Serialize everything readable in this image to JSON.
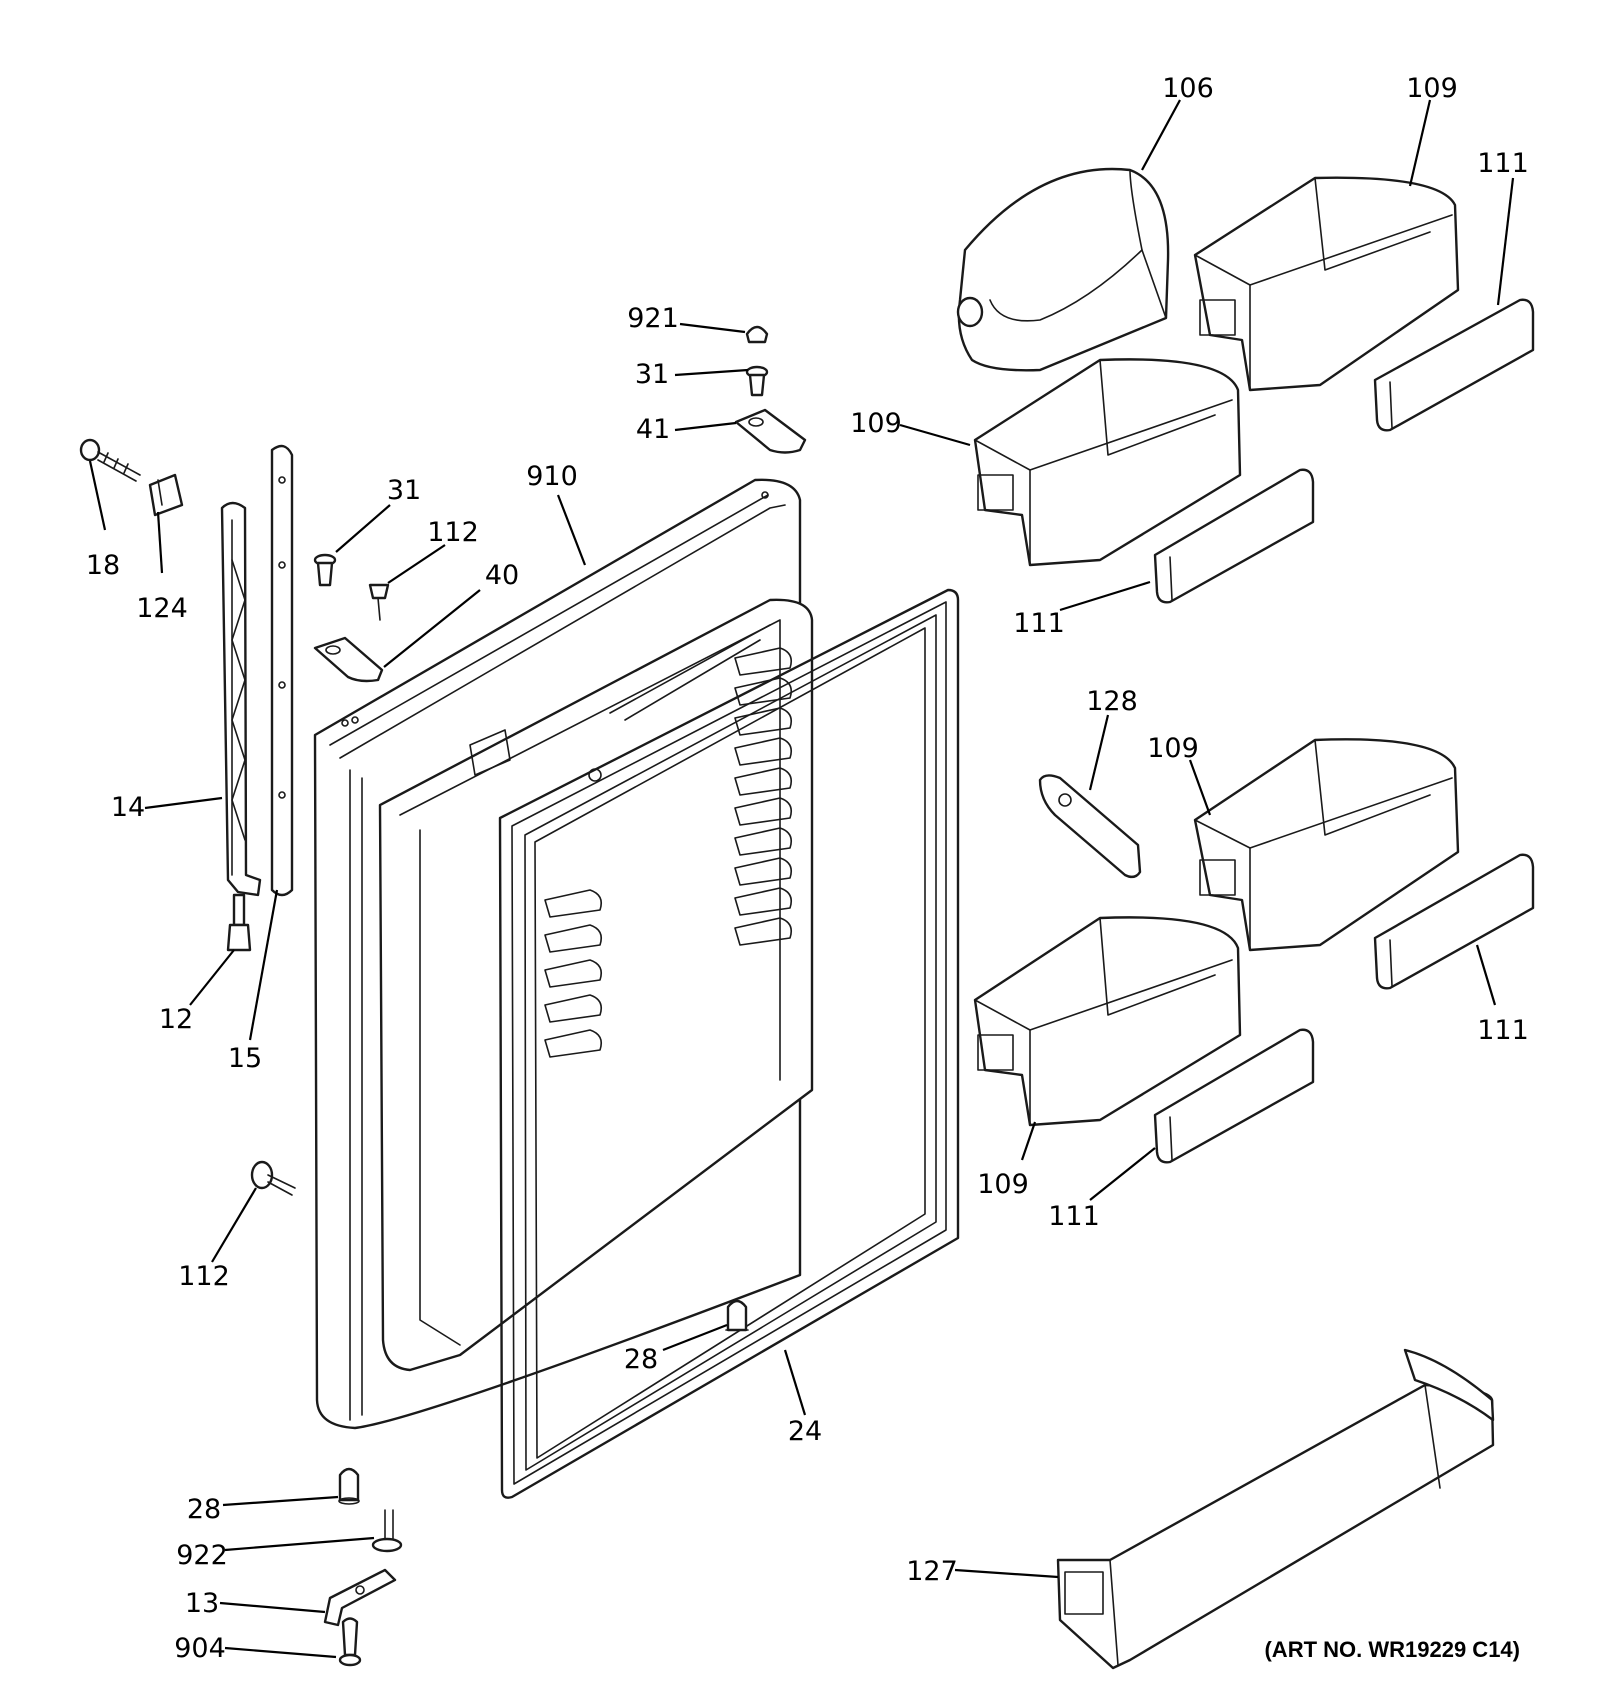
{
  "art_number": "(ART NO. WR19229 C14)",
  "callouts": [
    {
      "id": "c-106",
      "label": "106"
    },
    {
      "id": "c-109-a",
      "label": "109"
    },
    {
      "id": "c-111-a",
      "label": "111"
    },
    {
      "id": "c-921",
      "label": "921"
    },
    {
      "id": "c-31-a",
      "label": "31"
    },
    {
      "id": "c-41",
      "label": "41"
    },
    {
      "id": "c-109-b",
      "label": "109"
    },
    {
      "id": "c-910",
      "label": "910"
    },
    {
      "id": "c-31-b",
      "label": "31"
    },
    {
      "id": "c-112-a",
      "label": "112"
    },
    {
      "id": "c-40",
      "label": "40"
    },
    {
      "id": "c-18",
      "label": "18"
    },
    {
      "id": "c-124",
      "label": "124"
    },
    {
      "id": "c-111-b",
      "label": "111"
    },
    {
      "id": "c-128",
      "label": "128"
    },
    {
      "id": "c-109-c",
      "label": "109"
    },
    {
      "id": "c-14",
      "label": "14"
    },
    {
      "id": "c-12",
      "label": "12"
    },
    {
      "id": "c-15",
      "label": "15"
    },
    {
      "id": "c-111-c",
      "label": "111"
    },
    {
      "id": "c-109-d",
      "label": "109"
    },
    {
      "id": "c-111-d",
      "label": "111"
    },
    {
      "id": "c-112-b",
      "label": "112"
    },
    {
      "id": "c-28-a",
      "label": "28"
    },
    {
      "id": "c-24",
      "label": "24"
    },
    {
      "id": "c-28-b",
      "label": "28"
    },
    {
      "id": "c-922",
      "label": "922"
    },
    {
      "id": "c-13",
      "label": "13"
    },
    {
      "id": "c-904",
      "label": "904"
    },
    {
      "id": "c-127",
      "label": "127"
    }
  ]
}
